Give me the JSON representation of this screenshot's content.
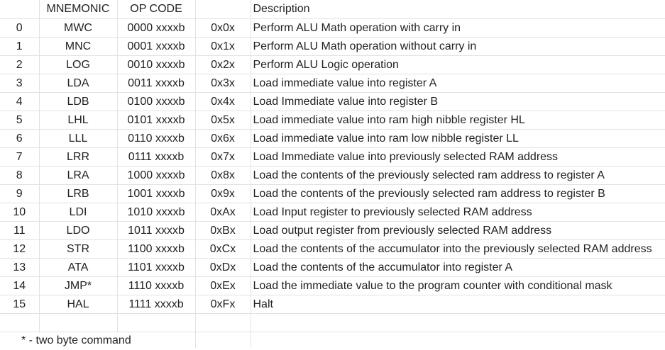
{
  "header": {
    "index": "",
    "mnemonic": "MNEMONIC",
    "opcode": "OP CODE",
    "hex": "",
    "description": "Description"
  },
  "rows": [
    {
      "index": "0",
      "mnemonic": "MWC",
      "opcode": "0000 xxxxb",
      "hex": "0x0x",
      "description": "Perform ALU Math operation with carry in"
    },
    {
      "index": "1",
      "mnemonic": "MNC",
      "opcode": "0001 xxxxb",
      "hex": "0x1x",
      "description": "Perform ALU Math operation without carry in"
    },
    {
      "index": "2",
      "mnemonic": "LOG",
      "opcode": "0010 xxxxb",
      "hex": "0x2x",
      "description": "Perform ALU Logic operation"
    },
    {
      "index": "3",
      "mnemonic": "LDA",
      "opcode": "0011 xxxxb",
      "hex": "0x3x",
      "description": "Load immediate value into register A"
    },
    {
      "index": "4",
      "mnemonic": "LDB",
      "opcode": "0100 xxxxb",
      "hex": "0x4x",
      "description": "Load Immediate value into register B"
    },
    {
      "index": "5",
      "mnemonic": "LHL",
      "opcode": "0101 xxxxb",
      "hex": "0x5x",
      "description": "Load immediate value into ram high nibble register HL"
    },
    {
      "index": "6",
      "mnemonic": "LLL",
      "opcode": "0110 xxxxb",
      "hex": "0x6x",
      "description": "Load immediate value into ram low nibble register LL"
    },
    {
      "index": "7",
      "mnemonic": "LRR",
      "opcode": "0111 xxxxb",
      "hex": "0x7x",
      "description": "Load Immediate value into previously selected RAM address"
    },
    {
      "index": "8",
      "mnemonic": "LRA",
      "opcode": "1000 xxxxb",
      "hex": "0x8x",
      "description": "Load the contents of the previously selected ram address to register A"
    },
    {
      "index": "9",
      "mnemonic": "LRB",
      "opcode": "1001 xxxxb",
      "hex": "0x9x",
      "description": "Load the contents of the previously selected ram address to register B"
    },
    {
      "index": "10",
      "mnemonic": "LDI",
      "opcode": "1010 xxxxb",
      "hex": "0xAx",
      "description": "Load Input register to previously selected RAM address"
    },
    {
      "index": "11",
      "mnemonic": "LDO",
      "opcode": "1011 xxxxb",
      "hex": "0xBx",
      "description": "Load output register from previously selected RAM address"
    },
    {
      "index": "12",
      "mnemonic": "STR",
      "opcode": "1100 xxxxb",
      "hex": "0xCx",
      "description": "Load the contents of the accumulator into the previously selected RAM address"
    },
    {
      "index": "13",
      "mnemonic": "ATA",
      "opcode": "1101 xxxxb",
      "hex": "0xDx",
      "description": "Load the contents of the accumulator into register A"
    },
    {
      "index": "14",
      "mnemonic": "JMP*",
      "opcode": "1110 xxxxb",
      "hex": "0xEx",
      "description": "Load the immediate value to the program counter with conditional mask"
    },
    {
      "index": "15",
      "mnemonic": "HAL",
      "opcode": "1111 xxxxb",
      "hex": "0xFx",
      "description": "Halt"
    }
  ],
  "footnote": "* - two byte command"
}
